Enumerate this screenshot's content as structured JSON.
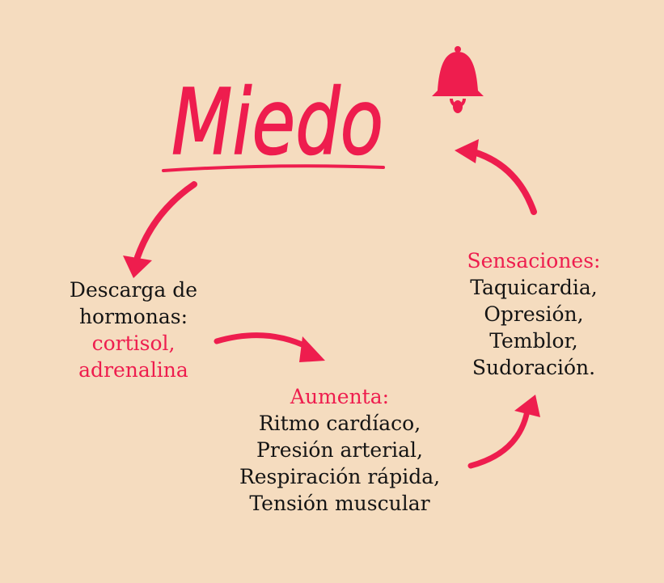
{
  "title": "Miedo",
  "colors": {
    "background": "#f5dcbf",
    "accent": "#ee1d4e",
    "text": "#141414"
  },
  "icons": {
    "bell": "bell-icon"
  },
  "hormones": {
    "lines": [
      "Descarga de",
      "hormonas:"
    ],
    "highlight": [
      "cortisol,",
      "adrenalina"
    ]
  },
  "increase": {
    "heading": "Aumenta:",
    "items": [
      "Ritmo cardíaco,",
      "Presión arterial,",
      "Respiración rápida,",
      "Tensión muscular"
    ]
  },
  "sensations": {
    "heading": "Sensaciones:",
    "items": [
      "Taquicardia,",
      "Opresión,",
      "Temblor,",
      "Sudoración."
    ]
  }
}
